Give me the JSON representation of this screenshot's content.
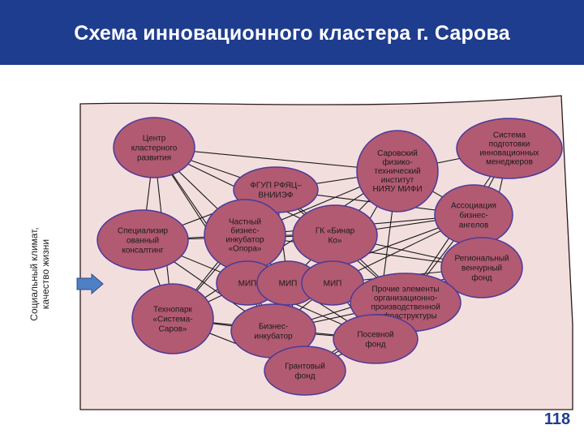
{
  "title": "Схема инновационного кластера г. Сарова",
  "side_label": [
    "Социальный климат,",
    "качество жизни"
  ],
  "page_number": "118",
  "colors": {
    "header": "#1f3d8e",
    "field_fill": "#f3dede",
    "field_stroke": "#2a1a1a",
    "node_fill": "#b25a72",
    "node_stroke": "#4a3a9a",
    "edge": "#1a1a1a",
    "arrow": "#4f7fc4"
  },
  "nodes": [
    {
      "id": "center",
      "lines": [
        "Центр",
        "кластерного",
        "развития"
      ]
    },
    {
      "id": "sarfti",
      "lines": [
        "Саровский",
        "физико-",
        "технический",
        "институт",
        "НИЯУ МИФИ"
      ]
    },
    {
      "id": "system",
      "lines": [
        "Система",
        "подготовки",
        "инновационных",
        "менеджеров"
      ]
    },
    {
      "id": "vniief",
      "lines": [
        "ФГУП РФЯЦ–",
        "ВНИИЭФ"
      ]
    },
    {
      "id": "angels",
      "lines": [
        "Ассоциация",
        "бизнес-",
        "ангелов"
      ]
    },
    {
      "id": "consulting",
      "lines": [
        "Специализир",
        "ованный",
        "консалтинг"
      ]
    },
    {
      "id": "private_incubator",
      "lines": [
        "Частный",
        "бизнес-",
        "инкубатор",
        "«Опора»"
      ]
    },
    {
      "id": "binar",
      "lines": [
        "ГК «Бинар",
        "Ко»"
      ]
    },
    {
      "id": "venture",
      "lines": [
        "Региональный",
        "венчурный",
        "фонд"
      ]
    },
    {
      "id": "mip1",
      "lines": [
        "МИП"
      ]
    },
    {
      "id": "mip2",
      "lines": [
        "МИП"
      ]
    },
    {
      "id": "mip3",
      "lines": [
        "МИП"
      ]
    },
    {
      "id": "other",
      "lines": [
        "Прочие элементы",
        "организационно-",
        "производственной",
        "инфраструктуры"
      ]
    },
    {
      "id": "technopark",
      "lines": [
        "Технопарк",
        "«Система-",
        "Саров»"
      ]
    },
    {
      "id": "incubator",
      "lines": [
        "Бизнес-",
        "инкубатор"
      ]
    },
    {
      "id": "seed",
      "lines": [
        "Посевной",
        "фонд"
      ]
    },
    {
      "id": "grant",
      "lines": [
        "Грантовый",
        "фонд"
      ]
    }
  ],
  "edges": [
    [
      "center",
      "vniief"
    ],
    [
      "center",
      "sarfti"
    ],
    [
      "center",
      "consulting"
    ],
    [
      "center",
      "private_incubator"
    ],
    [
      "center",
      "binar"
    ],
    [
      "center",
      "mip1"
    ],
    [
      "center",
      "technopark"
    ],
    [
      "center",
      "incubator"
    ],
    [
      "sarfti",
      "vniief"
    ],
    [
      "sarfti",
      "system"
    ],
    [
      "sarfti",
      "angels"
    ],
    [
      "sarfti",
      "binar"
    ],
    [
      "sarfti",
      "private_incubator"
    ],
    [
      "sarfti",
      "mip3"
    ],
    [
      "sarfti",
      "technopark"
    ],
    [
      "sarfti",
      "seed"
    ],
    [
      "system",
      "angels"
    ],
    [
      "system",
      "venture"
    ],
    [
      "system",
      "other"
    ],
    [
      "vniief",
      "consulting"
    ],
    [
      "vniief",
      "private_incubator"
    ],
    [
      "vniief",
      "binar"
    ],
    [
      "vniief",
      "mip2"
    ],
    [
      "vniief",
      "other"
    ],
    [
      "vniief",
      "technopark"
    ],
    [
      "vniief",
      "angels"
    ],
    [
      "angels",
      "binar"
    ],
    [
      "angels",
      "mip2"
    ],
    [
      "angels",
      "mip3"
    ],
    [
      "angels",
      "venture"
    ],
    [
      "angels",
      "other"
    ],
    [
      "angels",
      "private_incubator"
    ],
    [
      "consulting",
      "private_incubator"
    ],
    [
      "consulting",
      "mip1"
    ],
    [
      "consulting",
      "technopark"
    ],
    [
      "consulting",
      "binar"
    ],
    [
      "consulting",
      "incubator"
    ],
    [
      "private_incubator",
      "mip1"
    ],
    [
      "private_incubator",
      "mip2"
    ],
    [
      "private_incubator",
      "binar"
    ],
    [
      "private_incubator",
      "technopark"
    ],
    [
      "private_incubator",
      "venture"
    ],
    [
      "binar",
      "mip2"
    ],
    [
      "binar",
      "mip3"
    ],
    [
      "binar",
      "other"
    ],
    [
      "binar",
      "seed"
    ],
    [
      "binar",
      "venture"
    ],
    [
      "venture",
      "mip3"
    ],
    [
      "venture",
      "other"
    ],
    [
      "venture",
      "seed"
    ],
    [
      "venture",
      "incubator"
    ],
    [
      "mip1",
      "mip2"
    ],
    [
      "mip2",
      "mip3"
    ],
    [
      "mip1",
      "technopark"
    ],
    [
      "mip1",
      "incubator"
    ],
    [
      "mip2",
      "incubator"
    ],
    [
      "mip2",
      "grant"
    ],
    [
      "mip2",
      "seed"
    ],
    [
      "mip3",
      "seed"
    ],
    [
      "mip3",
      "other"
    ],
    [
      "mip1",
      "grant"
    ],
    [
      "mip1",
      "seed"
    ],
    [
      "mip3",
      "incubator"
    ],
    [
      "technopark",
      "incubator"
    ],
    [
      "technopark",
      "grant"
    ],
    [
      "technopark",
      "seed"
    ],
    [
      "incubator",
      "grant"
    ],
    [
      "incubator",
      "seed"
    ],
    [
      "seed",
      "grant"
    ],
    [
      "other",
      "seed"
    ],
    [
      "other",
      "incubator"
    ],
    [
      "grant",
      "venture"
    ],
    [
      "grant",
      "other"
    ]
  ]
}
